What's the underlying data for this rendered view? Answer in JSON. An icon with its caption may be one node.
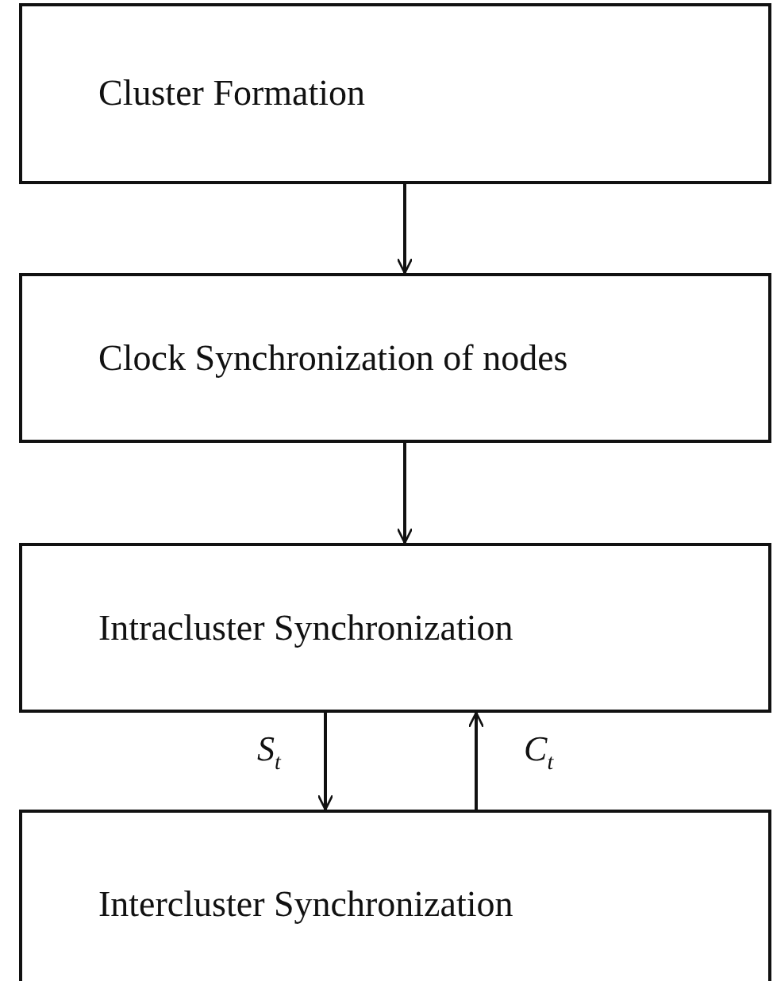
{
  "diagram": {
    "nodes": [
      {
        "text": [
          "Cluster Formation"
        ]
      },
      {
        "text": [
          "Clock Synchronization of nodes"
        ]
      },
      {
        "text": [
          "Intracluster Synchronization"
        ]
      },
      {
        "text": [
          "Intercluster Synchronization"
        ]
      }
    ],
    "edges": [
      {
        "from": 0,
        "to": 1,
        "arrow": "to"
      },
      {
        "from": 1,
        "to": 2,
        "arrow": "to"
      },
      {
        "from": 2,
        "to": 3,
        "arrow": "to",
        "label": "S$_{t}$"
      },
      {
        "from": 3,
        "to": 2,
        "arrow": "to",
        "label": "C$_{t}$"
      }
    ]
  }
}
